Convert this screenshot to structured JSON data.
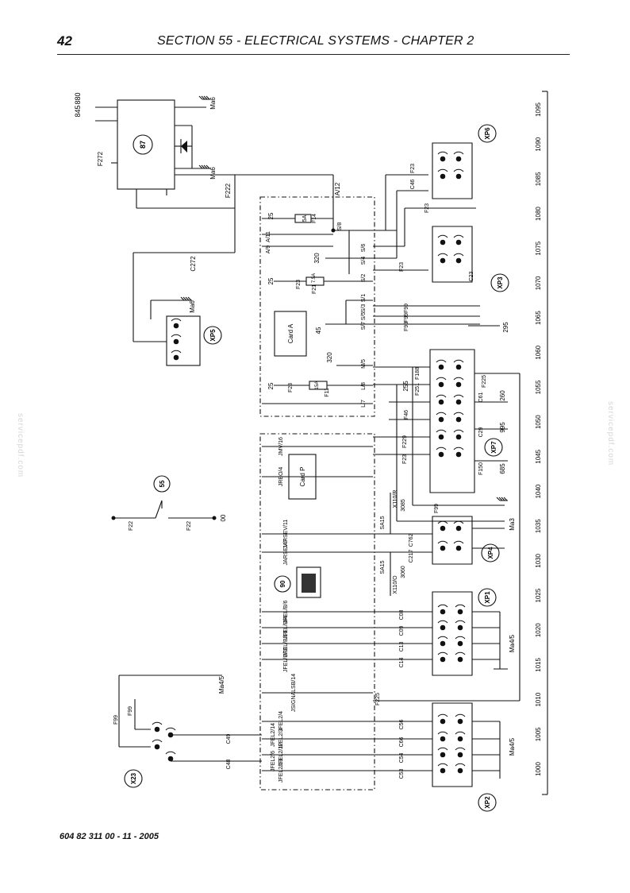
{
  "header": {
    "page_number": "42",
    "title": "SECTION 55 - ELECTRICAL SYSTEMS - CHAPTER 2"
  },
  "footer": {
    "doc_ref": "604 82 311 00 - 11 - 2005"
  },
  "watermark": "servicepdf.com",
  "scale": {
    "ticks": [
      "1000",
      "1005",
      "1010",
      "1015",
      "1020",
      "1025",
      "1030",
      "1035",
      "1040",
      "1045",
      "1050",
      "1055",
      "1060",
      "1065",
      "1070",
      "1075",
      "1080",
      "1085",
      "1090",
      "1095"
    ]
  },
  "components": {
    "c87": "87",
    "c55": "55",
    "c90": "90",
    "xp1": "XP1",
    "xp2": "XP2",
    "xp3": "XP3",
    "xp4": "XP4",
    "xp5": "XP5",
    "xp6": "XP6",
    "xp7": "XP7",
    "x23": "X23"
  },
  "cards": {
    "card_a": "Card A",
    "card_p": "Card P"
  },
  "labels": {
    "r845": "845",
    "r880": "880",
    "ma6": "Ma6",
    "ma6b": "Ma6",
    "ma6c": "Ma6",
    "f272": "F272",
    "f222": "F222",
    "c272": "C272",
    "a12": "A/12",
    "a11": "A/11",
    "a9": "A/9",
    "s8": "S/8",
    "s6": "S/6",
    "s4": "S/4",
    "s2": "S/2",
    "s1": "S/1",
    "s3": "S/3",
    "s5": "S/5",
    "s7": "S/7",
    "m5": "M/5",
    "l8": "L/8",
    "l7": "L/7",
    "jmv16": "JMV/16",
    "jreo4": "JREO/4",
    "jarsev11": "JARSEV/11",
    "jarsev7": "JARSEV/7",
    "jfel86": "JFEL/B/6",
    "jfel84": "JFEL/B/4",
    "jfel810": "JFEL/B/10",
    "jfel811": "JFEL/B/11",
    "jsignal": "JSIGNALSB/14",
    "jfel24": "JFEL2/4",
    "jfel23": "JFEL2/3",
    "jfel212": "JFEL2/12",
    "jfel213": "JFEL2/13",
    "jfel214": "JFEL2/14",
    "jfel26": "JFEL2/6",
    "f14": "F14",
    "f14a": "5A",
    "f21": "F21",
    "f21a": "7.5A",
    "f11": "F11",
    "f11a": "15A",
    "n25a": "25",
    "n25b": "25",
    "n25c": "25",
    "n320a": "320",
    "n320b": "320",
    "n45": "45",
    "n295": "295",
    "n255": "255",
    "n260": "260",
    "n995": "995",
    "n685": "685",
    "n3085": "3085",
    "n3060": "3060",
    "f23a": "F23",
    "f23b": "F23",
    "f23c": "F23",
    "f23d": "F23",
    "f23e": "F23",
    "c46": "C46",
    "c23": "C23",
    "f99a": "F99",
    "f99b": "F99",
    "f99c": "F99",
    "f99d": "F99",
    "f99e": "F99",
    "f99f": "F99",
    "f188": "F188",
    "f251": "F251",
    "f225": "F225",
    "f225b": "F225",
    "c61": "C61",
    "f46": "F46",
    "c29": "C29",
    "f229": "F229",
    "f150": "F150",
    "ma3": "Ma3",
    "sa15a": "SA15",
    "sa15b": "SA15",
    "x110r": "X110/R",
    "x110o": "X110/O",
    "c762": "C762",
    "c217": "C217",
    "c08": "C08",
    "c09": "C09",
    "c13": "C13",
    "c14": "C14",
    "ma45a": "Ma4/5",
    "ma45b": "Ma4/5",
    "ma45c": "Ma4/5",
    "c56": "C56",
    "c66": "C66",
    "c54": "C54",
    "c53": "C53",
    "c49": "C49",
    "c48": "C48",
    "f22a": "F22",
    "f22b": "F22",
    "n00": "00"
  },
  "colors": {
    "ink": "#111111",
    "watermark": "#d6d6d6"
  }
}
